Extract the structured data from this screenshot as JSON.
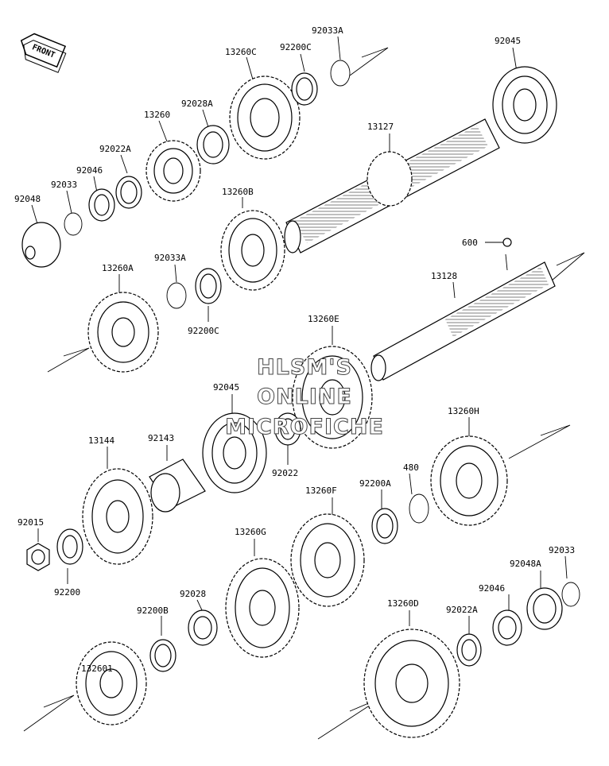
{
  "front_label": "FRONT",
  "watermark": {
    "line1": "HLSM'S",
    "line2": "ONLINE",
    "line3": "MICROFICHE"
  },
  "labels": {
    "p92033A_top": "92033A",
    "p92045_top": "92045",
    "p13260C": "13260C",
    "p92200C_top": "92200C",
    "p92028A": "92028A",
    "p13260": "13260",
    "p92022A_left": "92022A",
    "p92046_left": "92046",
    "p92033_left": "92033",
    "p92048": "92048",
    "p13127": "13127",
    "p13260B": "13260B",
    "p600": "600",
    "p92033A_mid": "92033A",
    "p13260A": "13260A",
    "p92200C_mid": "92200C",
    "p13128": "13128",
    "p13260E": "13260E",
    "p92045_mid": "92045",
    "p13144": "13144",
    "p92143": "92143",
    "p92022": "92022",
    "p13260H": "13260H",
    "p480": "480",
    "p92200A": "92200A",
    "p13260F": "13260F",
    "p92015": "92015",
    "p92200": "92200",
    "p13260G": "13260G",
    "p92028": "92028",
    "p92200B": "92200B",
    "p13260I": "132601",
    "p13260D": "13260D",
    "p92022A_right": "92022A",
    "p92046_right": "92046",
    "p92048A": "92048A",
    "p92033_right": "92033"
  }
}
